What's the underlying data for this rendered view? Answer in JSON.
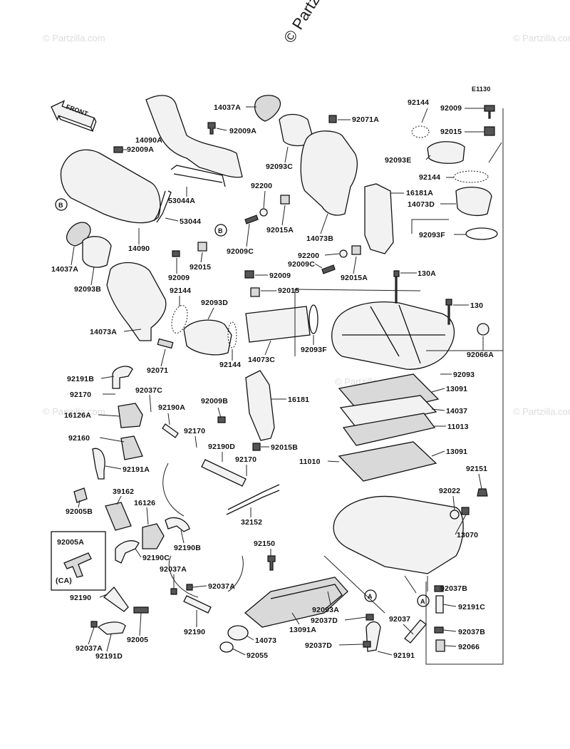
{
  "copyright": "© Partzilla.com",
  "watermark": "© Partzilla.com",
  "diagram_code": "E1130",
  "front_label": "FRONT",
  "callouts": {
    "A": "A",
    "B": "B",
    "CA": "(CA)"
  },
  "parts": {
    "p14037A_top": "14037A",
    "p14090A": "14090A",
    "p92009A_top": "92009A",
    "p92009A_left": "92009A",
    "p92093C": "92093C",
    "p92071A": "92071A",
    "p92144_top": "92144",
    "p92009_top": "92009",
    "p92015_top": "92015",
    "p92093E": "92093E",
    "p92144_mid": "92144",
    "p14073D": "14073D",
    "p16181A": "16181A",
    "p92093F_right": "92093F",
    "p53044A": "53044A",
    "p92200_top": "92200",
    "p92015A_a": "92015A",
    "p53044": "53044",
    "p14090": "14090",
    "p14037A_left": "14037A",
    "p92093B": "92093B",
    "p92009C_a": "92009C",
    "p14073B": "14073B",
    "p92200_b": "92200",
    "p92009C_b": "92009C",
    "p92015A_b": "92015A",
    "p92009_mid": "92009",
    "p92015_mid": "92015",
    "p92009_left": "92009",
    "p92015_left": "92015",
    "p130A": "130A",
    "p130": "130",
    "p92144_left": "92144",
    "p92093D": "92093D",
    "p14073A": "14073A",
    "p92093F_mid": "92093F",
    "p92066A": "92066A",
    "p92071": "92071",
    "p92144_low": "92144",
    "p14073C": "14073C",
    "p92093": "92093",
    "p92191B": "92191B",
    "p92037C": "92037C",
    "p92009B": "92009B",
    "p16181": "16181",
    "p13091_a": "13091",
    "p92170_a": "92170",
    "p16126A": "16126A",
    "p92190A": "92190A",
    "p14037": "14037",
    "p11013": "11013",
    "p92160": "92160",
    "p92170_b": "92170",
    "p92015B": "92015B",
    "p92190D": "92190D",
    "p13091_b": "13091",
    "p11010": "11010",
    "p92191A": "92191A",
    "p92170_c": "92170",
    "p92151": "92151",
    "p39162": "39162",
    "p92022": "92022",
    "p92005B": "92005B",
    "p16126": "16126",
    "p32152": "32152",
    "p13070": "13070",
    "p92190B": "92190B",
    "p92005A": "92005A",
    "p92190C": "92190C",
    "p92150": "92150",
    "p92037A_a": "92037A",
    "p92037A_b": "92037A",
    "p92037B_a": "92037B",
    "p92190_a": "92190",
    "p92093A": "92093A",
    "p92037D_a": "92037D",
    "p91191C": "92191C",
    "p13091A": "13091A",
    "p92005": "92005",
    "p92190_b": "92190",
    "p92037": "92037",
    "p92037A_c": "92037A",
    "p14073": "14073",
    "p92037B_b": "92037B",
    "p92037D_b": "92037D",
    "p92066": "92066",
    "p92191D": "92191D",
    "p92055": "92055",
    "p92191": "92191"
  }
}
